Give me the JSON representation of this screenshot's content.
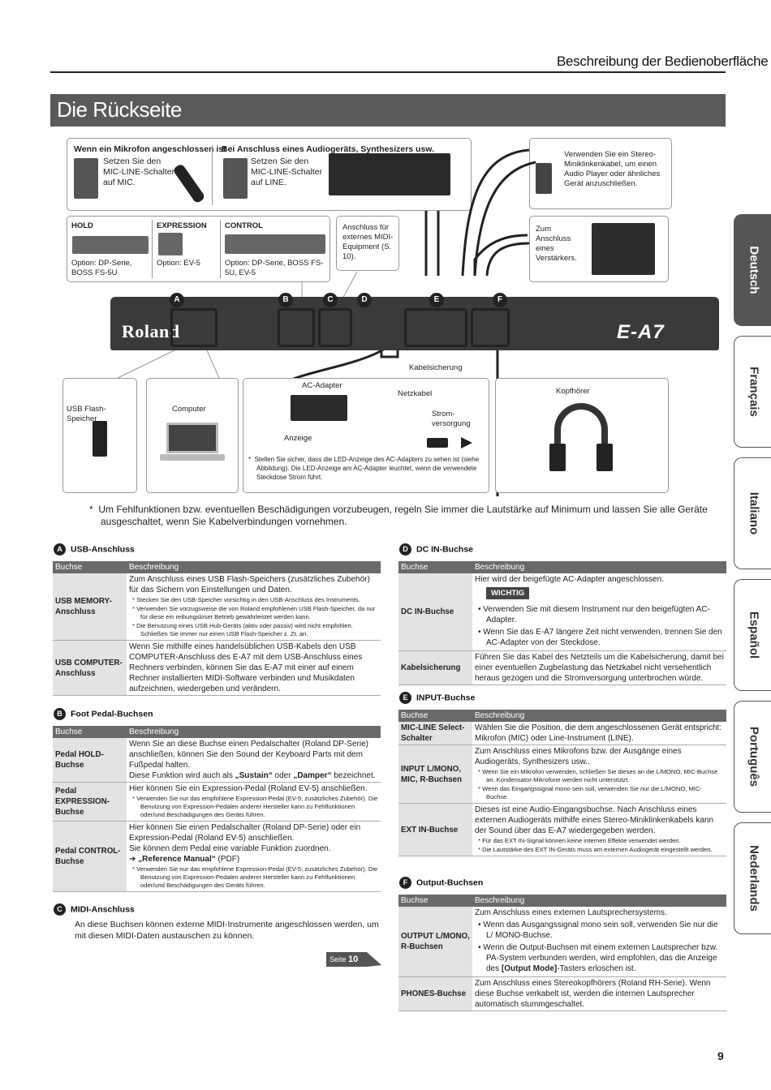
{
  "header": {
    "section_title": "Beschreibung der Bedienoberfläche"
  },
  "banner": {
    "title": "Die Rückseite"
  },
  "diagram": {
    "mic_title": "Wenn ein Mikrofon angeschlossen ist",
    "mic_text": "Setzen Sie den MIC-LINE-Schalter auf MIC.",
    "audio_title": "Bei Anschluss eines Audiogeräts, Synthesizers usw.",
    "audio_text": "Setzen Sie den MIC-LINE-Schalter auf LINE.",
    "player_text": "Verwenden Sie ein Stereo-Miniklinkenkabel, um einen Audio Player oder ähnliches Gerät anzuschließen.",
    "hold_label": "HOLD",
    "expression_label": "EXPRESSION",
    "control_label": "CONTROL",
    "hold_option": "Option: DP-Serie, BOSS FS-5U",
    "expression_option": "Option: EV-5",
    "control_option": "Option: DP-Serie, BOSS FS-5U, EV-5",
    "midi_text": "Anschluss für externes MIDI-Equipment (S. 10).",
    "amp_text": "Zum Anschluss eines Verstärkers.",
    "pins": [
      "A",
      "B",
      "C",
      "D",
      "E",
      "F"
    ],
    "brand": "Roland",
    "model": "E-A7",
    "usb_flash": "USB Flash-Speicher",
    "computer": "Computer",
    "ac_adapter": "AC-Adapter",
    "netzkabel": "Netzkabel",
    "anzeige": "Anzeige",
    "strom": "Strom-versorgung",
    "kabelsicherung": "Kabelsicherung",
    "kopfhoerer": "Kopfhörer",
    "led_note": "Stellen Sie sicher, dass die LED-Anzeige des AC-Adapters zu sehen ist (siehe Abbildung). Die LED-Anzeige am AC-Adapter leuchtet, wenn die verwendete Steckdose Strom führt.",
    "main_note": "Um Fehlfunktionen bzw. eventuellen Beschädigungen vorzubeugen, regeln Sie immer die Lautstärke auf Minimum und lassen Sie alle Geräte ausgeschaltet, wenn Sie Kabelverbindungen vornehmen."
  },
  "table_head": {
    "col1": "Buchse",
    "col2": "Beschreibung"
  },
  "sec_a": {
    "letter": "A",
    "title": "USB-Anschluss",
    "r1_key": "USB MEMORY-Anschluss",
    "r1_text": "Zum Anschluss eines USB Flash-Speichers (zusätzliches Zubehör) für das Sichern von Einstellungen und Daten.",
    "r1_n1": "Stecken Sie den USB-Speicher vorsichtig in den USB-Anschluss des Instruments.",
    "r1_n2": "Verwenden Sie vorzugsweise die von Roland empfohlenen USB Flash-Speicher, da nur für diese ein reibungsloser Betrieb gewährleistet werden kann.",
    "r1_n3": "Die Benutzung eines USB Hub-Geräts (aktiv oder passiv) wird nicht empfohlen. Schließen Sie immer nur einen USB Flash-Speicher z. Zt. an.",
    "r2_key": "USB COMPUTER-Anschluss",
    "r2_text": "Wenn Sie mithilfe eines handelsüblichen USB-Kabels den USB COMPUTER-Anschluss des E-A7 mit dem USB-Anschluss eines Rechners verbinden, können Sie das E-A7 mit einer auf einem Rechner installierten MIDI-Software verbinden und Musikdaten aufzeichnen, wiedergeben und verändern."
  },
  "sec_b": {
    "letter": "B",
    "title": "Foot Pedal-Buchsen",
    "r1_key": "Pedal HOLD-Buchse",
    "r1_text": "Wenn Sie an diese Buchse einen Pedalschalter (Roland DP-Serie) anschließen, können Sie den Sound der Keyboard Parts mit dem Fußpedal halten.",
    "r1_text2a": "Diese Funktion wird auch als ",
    "r1_sustain": "„Sustain“",
    "r1_oder": " oder ",
    "r1_damper": "„Damper“",
    "r1_text2b": " bezeichnet.",
    "r2_key": "Pedal EXPRESSION-Buchse",
    "r2_text": "Hier können Sie ein Expression-Pedal (Roland EV-5) anschließen.",
    "r2_n1": "Verwenden Sie nur das empfohlene Expression-Pedal (EV-5; zusätzliches Zubehör). Die Benutzung von Expression-Pedalen anderer Hersteller kann zu Fehlfunktionen oder/und Beschädigungen des Geräts führen.",
    "r3_key": "Pedal CONTROL-Buchse",
    "r3_text": "Hier können Sie einen Pedalschalter (Roland DP-Serie) oder ein Expression-Pedal (Roland EV-5) anschließen.",
    "r3_text2": "Sie können dem Pedal eine variable Funktion zuordnen.",
    "r3_ref": "„Reference Manual“",
    "r3_pdf": " (PDF)",
    "r3_n1": "Verwenden Sie nur das empfohlene Expression-Pedal (EV-5; zusätzliches Zubehör). Die Benutzung von Expression-Pedalen anderer Hersteller kann zu Fehlfunktionen oder/und Beschädigungen des Geräts führen."
  },
  "sec_c": {
    "letter": "C",
    "title": "MIDI-Anschluss",
    "text": "An diese Buchsen können externe MIDI-Instrumente angeschlossen werden, um mit diesen MIDI-Daten austauschen zu können.",
    "seite": "Seite",
    "seite_num": "10"
  },
  "sec_d": {
    "letter": "D",
    "title": "DC IN-Buchse",
    "r1_key": "DC IN-Buchse",
    "r1_text": "Hier wird der beigefügte AC-Adapter angeschlossen.",
    "warn": "WICHTIG",
    "r1_b1": "Verwenden Sie mit diesem Instrument nur den beigefügten AC-Adapter.",
    "r1_b2": "Wenn Sie das E-A7 längere Zeit nicht verwenden, trennen Sie den AC-Adapter von der Steckdose.",
    "r2_key": "Kabelsicherung",
    "r2_text": "Führen Sie das Kabel des Netzteils um die Kabelsicherung, damit bei einer eventuellen Zugbelastung das Netzkabel nicht versehentlich heraus gezogen und die Stromversorgung unterbrochen würde."
  },
  "sec_e": {
    "letter": "E",
    "title": "INPUT-Buchse",
    "r1_key": "MIC-LINE Select-Schalter",
    "r1_text": "Wählen Sie die Position, die dem angeschlossenen Gerät entspricht: Mikrofon (MIC) oder Line-Instrument (LINE).",
    "r2_key": "INPUT L/MONO, MIC, R-Buchsen",
    "r2_text": "Zum Anschluss eines Mikrofons bzw. der Ausgänge eines Audiogeräts, Synthesizers usw..",
    "r2_n1": "Wenn Sie ein Mikrofon verwenden, schließen Sie dieses an die L/MONO, MIC-Buchse an. Kondensator-Mikrofone werden nicht unterstützt.",
    "r2_n2": "Wenn das Eingangssignal mono sein soll, verwenden Sie nur die L/MONO, MIC-Buchse.",
    "r3_key": "EXT IN-Buchse",
    "r3_text": "Dieses ist eine Audio-Eingangsbuchse. Nach Anschluss eines externen Audiogeräts mithilfe eines Stereo-Miniklinkenkabels kann der Sound über das E-A7 wiedergegeben werden.",
    "r3_n1": "Für das EXT IN-Signal können keine internen Effekte verwendet werden.",
    "r3_n2": "Die Lautstärke des EXT IN-Geräts muss am externen Audiogerät eingestellt werden."
  },
  "sec_f": {
    "letter": "F",
    "title": "Output-Buchsen",
    "r1_key": "OUTPUT L/MONO, R-Buchsen",
    "r1_text": "Zum Anschluss eines externen Lautsprechersystems.",
    "r1_b1": "Wenn das Ausgangssignal mono sein soll, verwenden Sie nur die L/ MONO-Buchse.",
    "r1_b2a": "Wenn die Output-Buchsen mit einem externen Lautsprecher bzw. PA-System verbunden werden, wird empfohlen, das die Anzeige des ",
    "r1_b2b": "[Output Mode]",
    "r1_b2c": "-Tasters erloschen ist.",
    "r2_key": "PHONES-Buchse",
    "r2_text": "Zum Anschluss eines Stereokopfhörers (Roland RH-Serie). Wenn diese Buchse verkabelt ist, werden die internen Lautsprecher automatisch stummgeschaltet."
  },
  "languages": [
    "Deutsch",
    "Français",
    "Italiano",
    "Español",
    "Português",
    "Nederlands"
  ],
  "page_number": "9"
}
